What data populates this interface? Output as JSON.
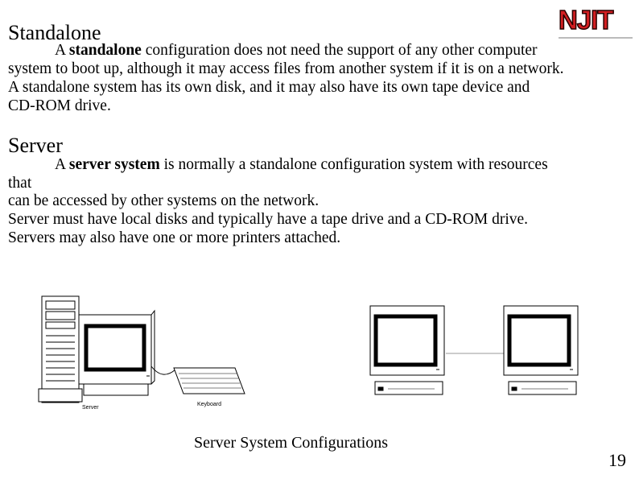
{
  "logo": {
    "text": "NJIT"
  },
  "sections": {
    "standalone": {
      "heading": "Standalone",
      "line1_pre": "A ",
      "line1_term": "standalone",
      "line1_post": " configuration does not need the support of any other computer",
      "line2": "system to boot up, although it may access files from another system if it is on a network.",
      "line3": "A standalone system has its own disk, and it may also have its own tape device and",
      "line4": "CD-ROM drive."
    },
    "server": {
      "heading": "Server",
      "line1_pre": "A ",
      "line1_term": "server system",
      "line1_post": " is normally a standalone configuration system with resources",
      "line2": "that",
      "line3": "can be accessed by other systems on the network.",
      "line4": "Server must have local disks and typically have a tape drive and a CD-ROM drive.",
      "line5": "Servers may also have one or more printers attached."
    }
  },
  "diagram": {
    "server_label": "Server",
    "keyboard_label": "Keyboard"
  },
  "caption": "Server System Configurations",
  "page_number": "19"
}
